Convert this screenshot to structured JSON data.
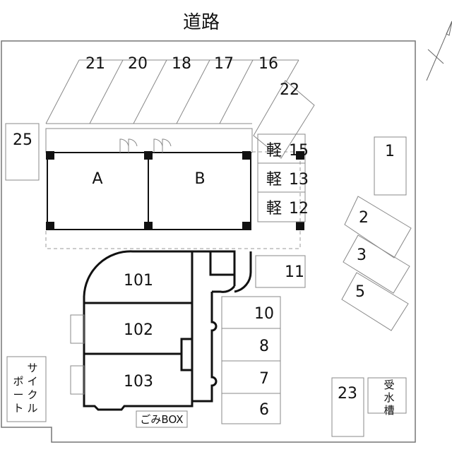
{
  "road_label": "道路",
  "buildings": {
    "a": "A",
    "b": "B"
  },
  "units": [
    "101",
    "102",
    "103"
  ],
  "parking_top": [
    "21",
    "20",
    "18",
    "17",
    "16",
    "22"
  ],
  "parking_kei": {
    "prefix": "軽",
    "numbers": [
      "15",
      "13",
      "12"
    ]
  },
  "parking_right": [
    "1",
    "2",
    "3",
    "5"
  ],
  "parking_center": [
    "11",
    "10",
    "8",
    "7",
    "6"
  ],
  "parking_other": {
    "p25": "25",
    "p23": "23"
  },
  "facilities": {
    "water_tank": [
      "受",
      "水",
      "槽"
    ],
    "cycle_port_col1": [
      "サ",
      "イ",
      "ク",
      "ル"
    ],
    "cycle_port_col2": [
      "ポ",
      "ー",
      "ト"
    ],
    "garbage_box": "ごみBOX"
  }
}
